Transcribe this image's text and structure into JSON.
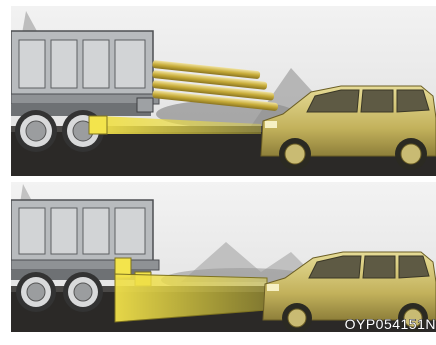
{
  "figure": {
    "code": "OYP054151N",
    "colors": {
      "sky": "#ececec",
      "road": "#2a2826",
      "truck": "#b9bcbf",
      "car": "#c8b86a",
      "beam": "#e6d63a",
      "cargo": "#c9b13a"
    },
    "panels": [
      {
        "scene": "truck-with-protruding-cargo-and-following-car"
      },
      {
        "scene": "truck-and-following-car-sensor-range"
      }
    ]
  }
}
